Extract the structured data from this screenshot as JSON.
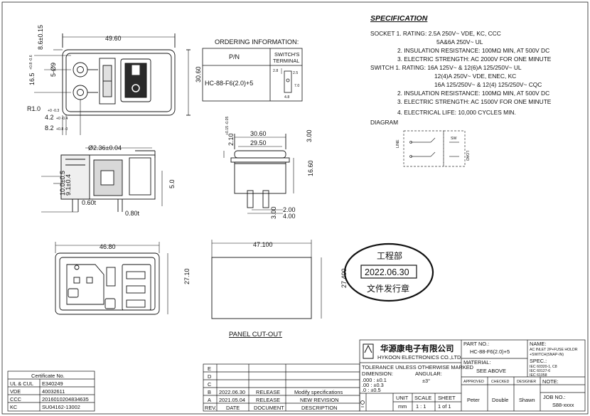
{
  "specification": {
    "heading": "SPECIFICATION",
    "lines": [
      "SOCKET  1. RATING: 2.5A 250V~ VDE, KC, CCC",
      "5A&6A 250V~ UL",
      "2. INSULATION RESISTANCE: 100MΩ MIN, AT 500V DC",
      "3. ELECTRIC STRENGTH: AC 2000V FOR ONE MINUTE",
      "SWITCH  1. RATING: 16A 125V~ & 12(6)A 125/250V~ UL",
      "12(4)A 250V~ VDE, ENEC, KC",
      "16A 125/250V~ & 12(4) 125/250V~ CQC",
      "2. INSULATION RESISTANCE: 100MΩ MIN, AT 500V DC",
      "3. ELECTRIC STRENGTH: AC 1500V FOR ONE MINUTE",
      "4. ELECTRICAL LIFE: 10,000 CYCLES MIN."
    ],
    "diagram_label": "DIAGRAM",
    "line_label": "LINE",
    "load_label": "LOAD",
    "sw_label": "SW"
  },
  "ordering": {
    "title": "ORDERING INFORMATION:",
    "col_pn": "P/N",
    "col_terminal_1": "SWITCH'S",
    "col_terminal_2": "TERMINAL",
    "pn": "HC-88-F6(2.0)+5",
    "term_dim_1": "2.8",
    "term_dim_2": "2.5",
    "term_dim_3": "7.0",
    "term_dim_4": "4.8"
  },
  "dims": {
    "top_width": "49.60",
    "top_side_a": "8.6±0.15",
    "top_side_b": "16.5",
    "top_side_b_tol": "+0.8 -0.6",
    "top_side_c": "5-Ø9",
    "top_height": "30.60",
    "r_value": "R1.0",
    "r_tol": "+0 -0.3",
    "d_42": "4.2",
    "d_42_tol": "+0 -0.4",
    "d_82": "8.2",
    "d_82_tol": "+0.8 -0",
    "hole_dia": "Ø2.36±0.04",
    "side_h1": "10.0±0.5",
    "side_h2": "9.1±0.4",
    "side_t1": "0.60t",
    "side_t2": "0.80t",
    "side_h3": "5.0",
    "sw_top": "2.10",
    "sw_top_tol": "+0.15 -0.05",
    "sw_w1": "30.60",
    "sw_w2": "29.50",
    "sw_h1": "3.00",
    "sw_h2": "16.60",
    "sw_b1": "2.00",
    "sw_b2": "3.00",
    "sw_b3": "4.00",
    "front_w": "46.80",
    "front_h": "27.10",
    "panel_w": "47.100",
    "panel_h": "27.400",
    "panel_title": "PANEL CUT-OUT"
  },
  "stamp": {
    "top": "工程部",
    "date": "2022.06.30",
    "bottom": "文件发行章"
  },
  "certificate": {
    "header": "Certificate No.",
    "rows": [
      {
        "agency": "UL & CUL",
        "number": "E340249"
      },
      {
        "agency": "VDE",
        "number": "40032611"
      },
      {
        "agency": "CCC",
        "number": "2016010204834635"
      },
      {
        "agency": "KC",
        "number": "SU04162-13002"
      }
    ]
  },
  "revisions": {
    "headers": [
      "REV.",
      "DATE",
      "DOCUMENT",
      "DESCRIPTION"
    ],
    "rows": [
      {
        "rev": "E",
        "date": "",
        "doc": "",
        "desc": ""
      },
      {
        "rev": "D",
        "date": "",
        "doc": "",
        "desc": ""
      },
      {
        "rev": "C",
        "date": "",
        "doc": "",
        "desc": ""
      },
      {
        "rev": "B",
        "date": "2022.06.30",
        "doc": "RELEASE",
        "desc": "Modify specifications"
      },
      {
        "rev": "A",
        "date": "2021.05.04",
        "doc": "RELEASE",
        "desc": "NEW REVISION"
      }
    ]
  },
  "title_block": {
    "company_cn": "华源康电子有限公司",
    "company_en": "HYKOON ELECTRONICS CO.,LTD",
    "tolerance_1": "TOLERANCE UNLESS OTHERWISE MARKED",
    "tolerance_2": "DIMENSION:",
    "tolerance_angular": "ANGULAR:",
    "tol_rows": [
      ".000 : ±0.1",
      ".00  : ±0.3",
      ".0   : ±0.5"
    ],
    "angular_val": "±3°",
    "unit_label": "UNIT",
    "unit_val": "mm",
    "scale_label": "SCALE",
    "scale_val": "1 : 1",
    "sheet_label": "SHEET",
    "sheet_val": "1 of 1",
    "part_no_label": "PART NO.:",
    "part_no": "HC-88-F6(2.0)+5",
    "material_label": "MATERIAL:",
    "material_val": "SEE ABOVE",
    "name_label": "NAME:",
    "name_1": "AC INLET 2P+FUSE HOLDR",
    "name_2": "+SWITCH(SNAP-IN)",
    "spec_label": "SPEC.:",
    "spec_1": "IEC 60320-1, C8",
    "spec_2": "IEC 60127-6",
    "spec_3": "IEC 61058",
    "approved_label": "APPROVED",
    "checked_label": "CHECKED",
    "designer_label": "DESIGNER",
    "note_label": "NOTE:",
    "approved": "Peter",
    "checked": "Double",
    "designer": "Shawn",
    "job_label": "JOB NO.:",
    "job_val": "S88-xxxx"
  }
}
